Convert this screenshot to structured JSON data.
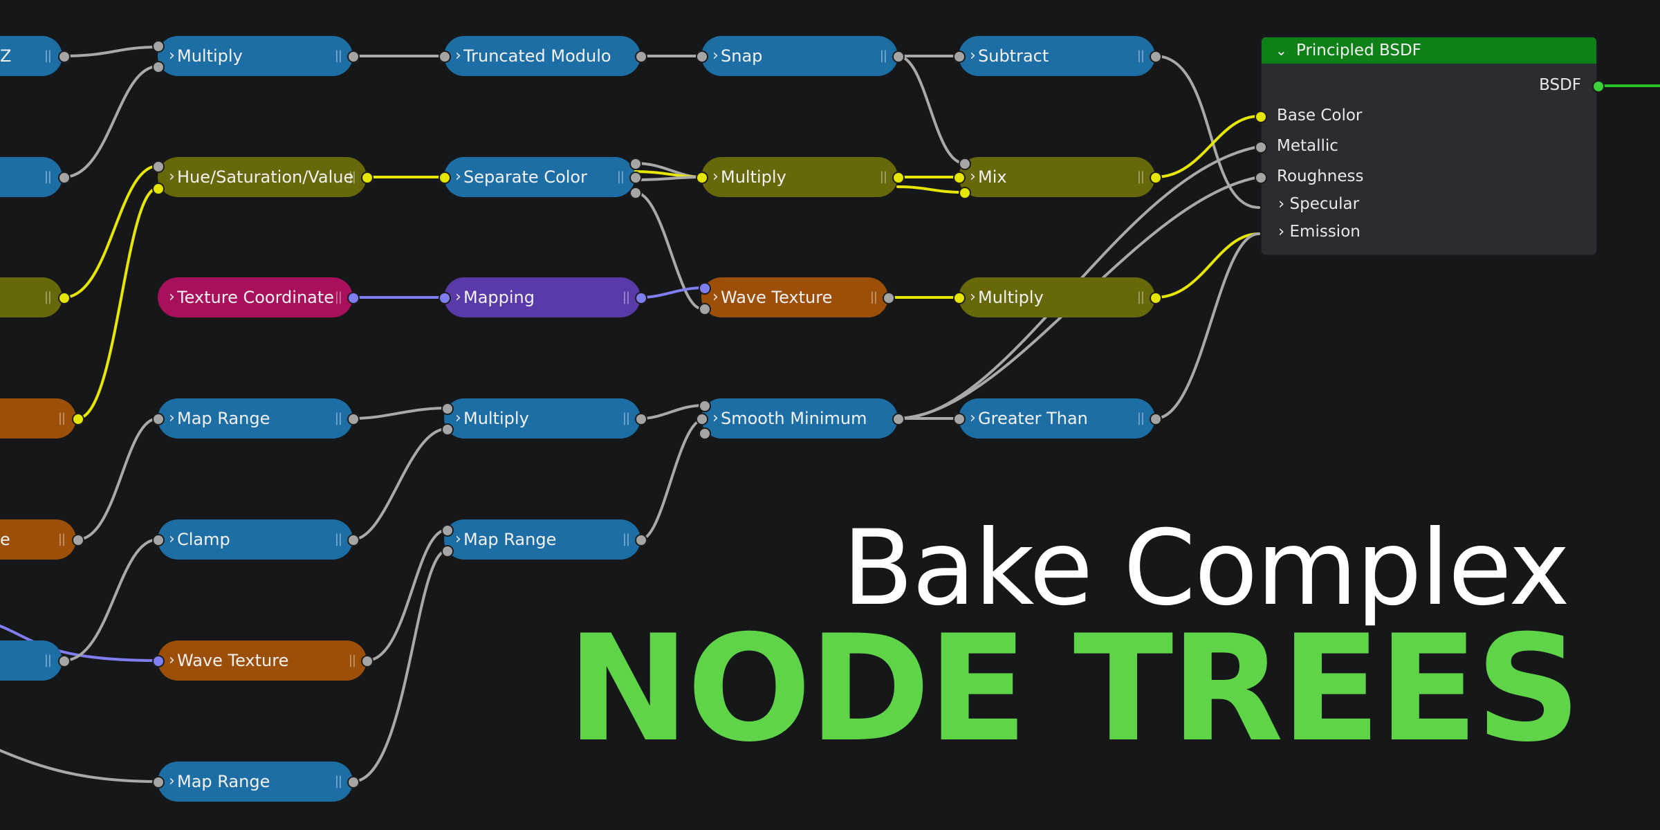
{
  "colors": {
    "background": "#161719",
    "blue_node": "#1e6ea6",
    "olive_node": "#66680a",
    "orange_node": "#9c4f08",
    "magenta_node": "#a8105c",
    "purple_node": "#5a39a8",
    "green_header": "#0f7f17",
    "wire_grey": "#a9a9a9",
    "wire_yellow": "#e6e600",
    "wire_purple": "#7f7ff2",
    "wire_green": "#29c229",
    "title_white": "#ffffff",
    "title_green": "#5fd448"
  },
  "nodes": {
    "edge1": {
      "label": "Z"
    },
    "edge2": {
      "label": ""
    },
    "edge3": {
      "label": ""
    },
    "edge4": {
      "label": ""
    },
    "edge5": {
      "label": "e"
    },
    "edge6": {
      "label": ""
    },
    "c1_multiply": {
      "label": "Multiply"
    },
    "c1_hsv": {
      "label": "Hue/Saturation/Value"
    },
    "c1_texcoord": {
      "label": "Texture Coordinate"
    },
    "c1_maprange": {
      "label": "Map Range"
    },
    "c1_clamp": {
      "label": "Clamp"
    },
    "c1_wave": {
      "label": "Wave Texture"
    },
    "c1_maprange2": {
      "label": "Map Range"
    },
    "c2_truncmod": {
      "label": "Truncated Modulo"
    },
    "c2_sepcolor": {
      "label": "Separate Color"
    },
    "c2_mapping": {
      "label": "Mapping"
    },
    "c2_multiply": {
      "label": "Multiply"
    },
    "c2_maprange": {
      "label": "Map Range"
    },
    "c3_snap": {
      "label": "Snap"
    },
    "c3_multiply": {
      "label": "Multiply"
    },
    "c3_wave": {
      "label": "Wave Texture"
    },
    "c3_smoothmin": {
      "label": "Smooth Minimum"
    },
    "c4_subtract": {
      "label": "Subtract"
    },
    "c4_mix": {
      "label": "Mix"
    },
    "c4_multiply": {
      "label": "Multiply"
    },
    "c4_greater": {
      "label": "Greater Than"
    }
  },
  "principled": {
    "title": "Principled BSDF",
    "output": "BSDF",
    "inputs": [
      "Base Color",
      "Metallic",
      "Roughness"
    ],
    "panels": [
      "Specular",
      "Emission"
    ]
  },
  "headline": {
    "line1": "Bake Complex",
    "line2": "NODE TREES"
  },
  "icons": {
    "collapse": "chevron-right-icon",
    "expand": "chevron-down-icon",
    "grip": "drag-handle-icon"
  }
}
